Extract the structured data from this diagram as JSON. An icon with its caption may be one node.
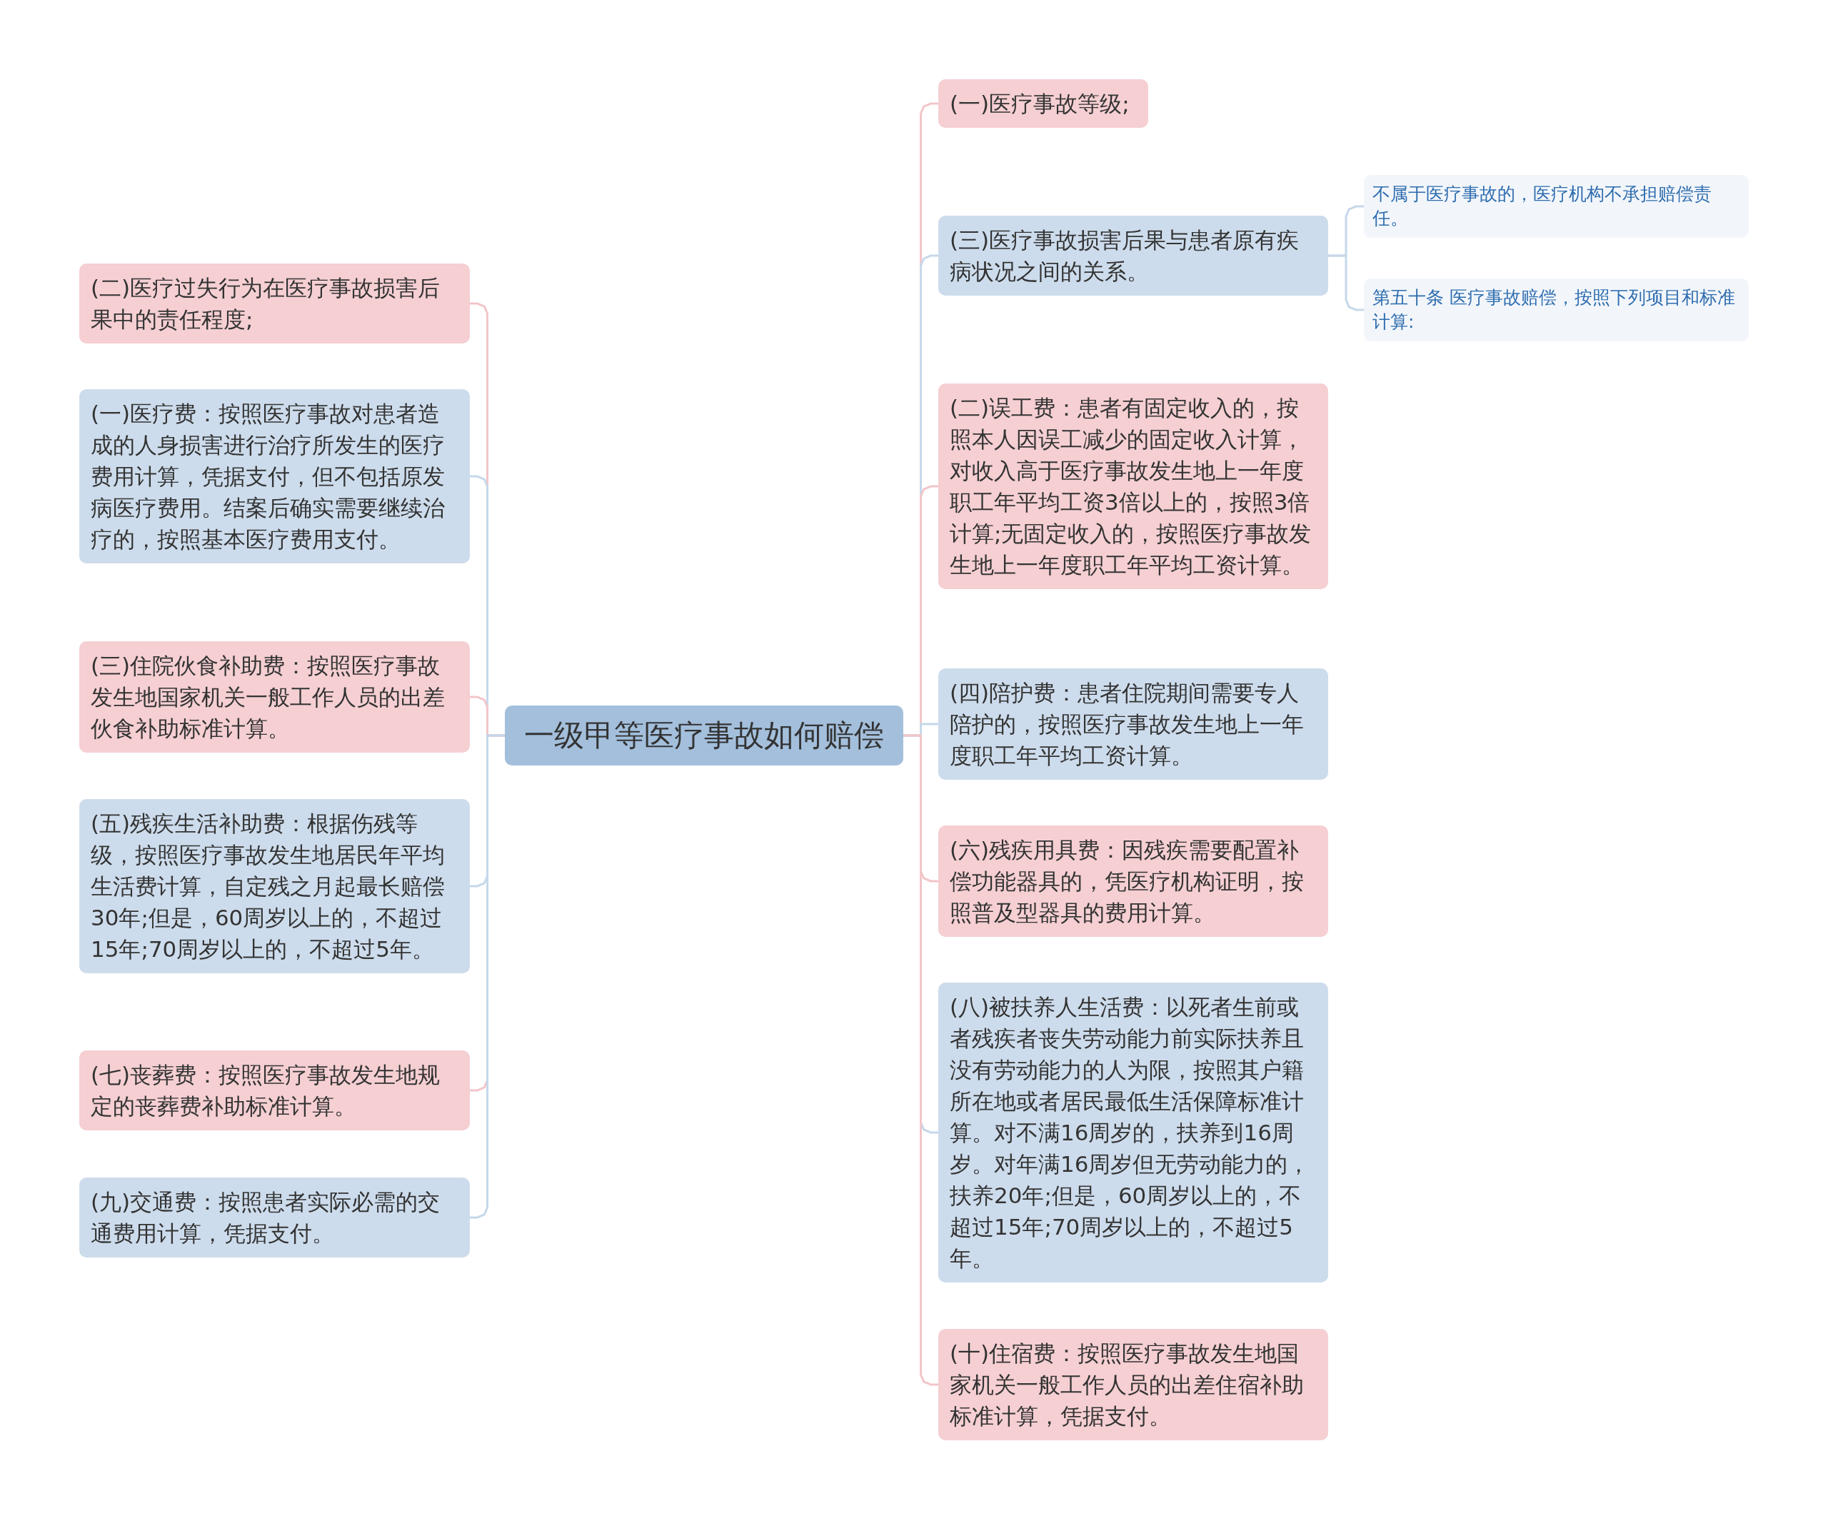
{
  "diagram": {
    "nodes": [
      {
        "text": [
          "一级甲等医疗事故如何赔偿"
        ]
      },
      {
        "text": [
          "(二)医疗过失行为在医疗事故损害后果中的责任程度;"
        ]
      },
      {
        "text": [
          "(一)医疗费：按照医疗事故对患者造成的人身损害进行治疗所发生的医疗费用计算，凭据支付，但不包括原发病医疗费用。结案后确实需要继续治疗的，按照基本医疗费用支付。"
        ]
      },
      {
        "text": [
          "(三)住院伙食补助费：按照医疗事故发生地国家机关一般工作人员的出差伙食补助标准计算。"
        ]
      },
      {
        "text": [
          "(五)残疾生活补助费：根据伤残等级，按照医疗事故发生地居民年平均生活费计算，自定残之月起最长赔偿30年;但是，60周岁以上的，不超过15年;70周岁以上的，不超过5年。"
        ]
      },
      {
        "text": [
          "(七)丧葬费：按照医疗事故发生地规定的丧葬费补助标准计算。"
        ]
      },
      {
        "text": [
          "(九)交通费：按照患者实际必需的交通费用计算，凭据支付。"
        ]
      },
      {
        "text": [
          "(一)医疗事故等级;"
        ]
      },
      {
        "text": [
          "(三)医疗事故损害后果与患者原有疾病状况之间的关系。"
        ]
      },
      {
        "text": [
          "不属于医疗事故的，医疗机构不承担赔偿责任。"
        ]
      },
      {
        "text": [
          "第五十条 医疗事故赔偿，按照下列项目和标准计算:"
        ]
      },
      {
        "text": [
          "(二)误工费：患者有固定收入的，按照本人因误工减少的固定收入计算，对收入高于医疗事故发生地上一年度职工年平均工资3倍以上的，按照3倍计算;无固定收入的，按照医疗事故发生地上一年度职工年平均工资计算。"
        ]
      },
      {
        "text": [
          "(四)陪护费：患者住院期间需要专人陪护的，按照医疗事故发生地上一年度职工年平均工资计算。"
        ]
      },
      {
        "text": [
          "(六)残疾用具费：因残疾需要配置补偿功能器具的，凭医疗机构证明，按照普及型器具的费用计算。"
        ]
      },
      {
        "text": [
          "(八)被扶养人生活费：以死者生前或者残疾者丧失劳动能力前实际扶养且没有劳动能力的人为限，按照其户籍所在地或者居民最低生活保障标准计算。对不满16周岁的，扶养到16周岁。对年满16周岁但无劳动能力的，扶养20年;但是，60周岁以上的，不超过15年;70周岁以上的，不超过5年。"
        ]
      },
      {
        "text": [
          "(十)住宿费：按照医疗事故发生地国家机关一般工作人员的出差住宿补助标准计算，凭据支付。"
        ]
      }
    ],
    "edges": [
      {
        "from": 0,
        "to": 1,
        "arrow": "none",
        "color": "#f2c6c9"
      },
      {
        "from": 0,
        "to": 2,
        "arrow": "none"
      },
      {
        "from": 0,
        "to": 3,
        "arrow": "none",
        "color": "#f2c6c9"
      },
      {
        "from": 0,
        "to": 4,
        "arrow": "none"
      },
      {
        "from": 0,
        "to": 5,
        "arrow": "none",
        "color": "#f2c6c9"
      },
      {
        "from": 0,
        "to": 6,
        "arrow": "none"
      },
      {
        "from": 0,
        "to": 7,
        "arrow": "none",
        "color": "#f2c6c9"
      },
      {
        "from": 0,
        "to": 8,
        "arrow": "none"
      },
      {
        "from": 8,
        "to": 9,
        "arrow": "none"
      },
      {
        "from": 8,
        "to": 10,
        "arrow": "none"
      },
      {
        "from": 0,
        "to": 11,
        "arrow": "none",
        "color": "#f2c6c9"
      },
      {
        "from": 0,
        "to": 12,
        "arrow": "none"
      },
      {
        "from": 0,
        "to": 13,
        "arrow": "none",
        "color": "#f2c6c9"
      },
      {
        "from": 0,
        "to": 14,
        "arrow": "none"
      },
      {
        "from": 0,
        "to": 15,
        "arrow": "none",
        "color": "#f2c6c9"
      }
    ]
  }
}
